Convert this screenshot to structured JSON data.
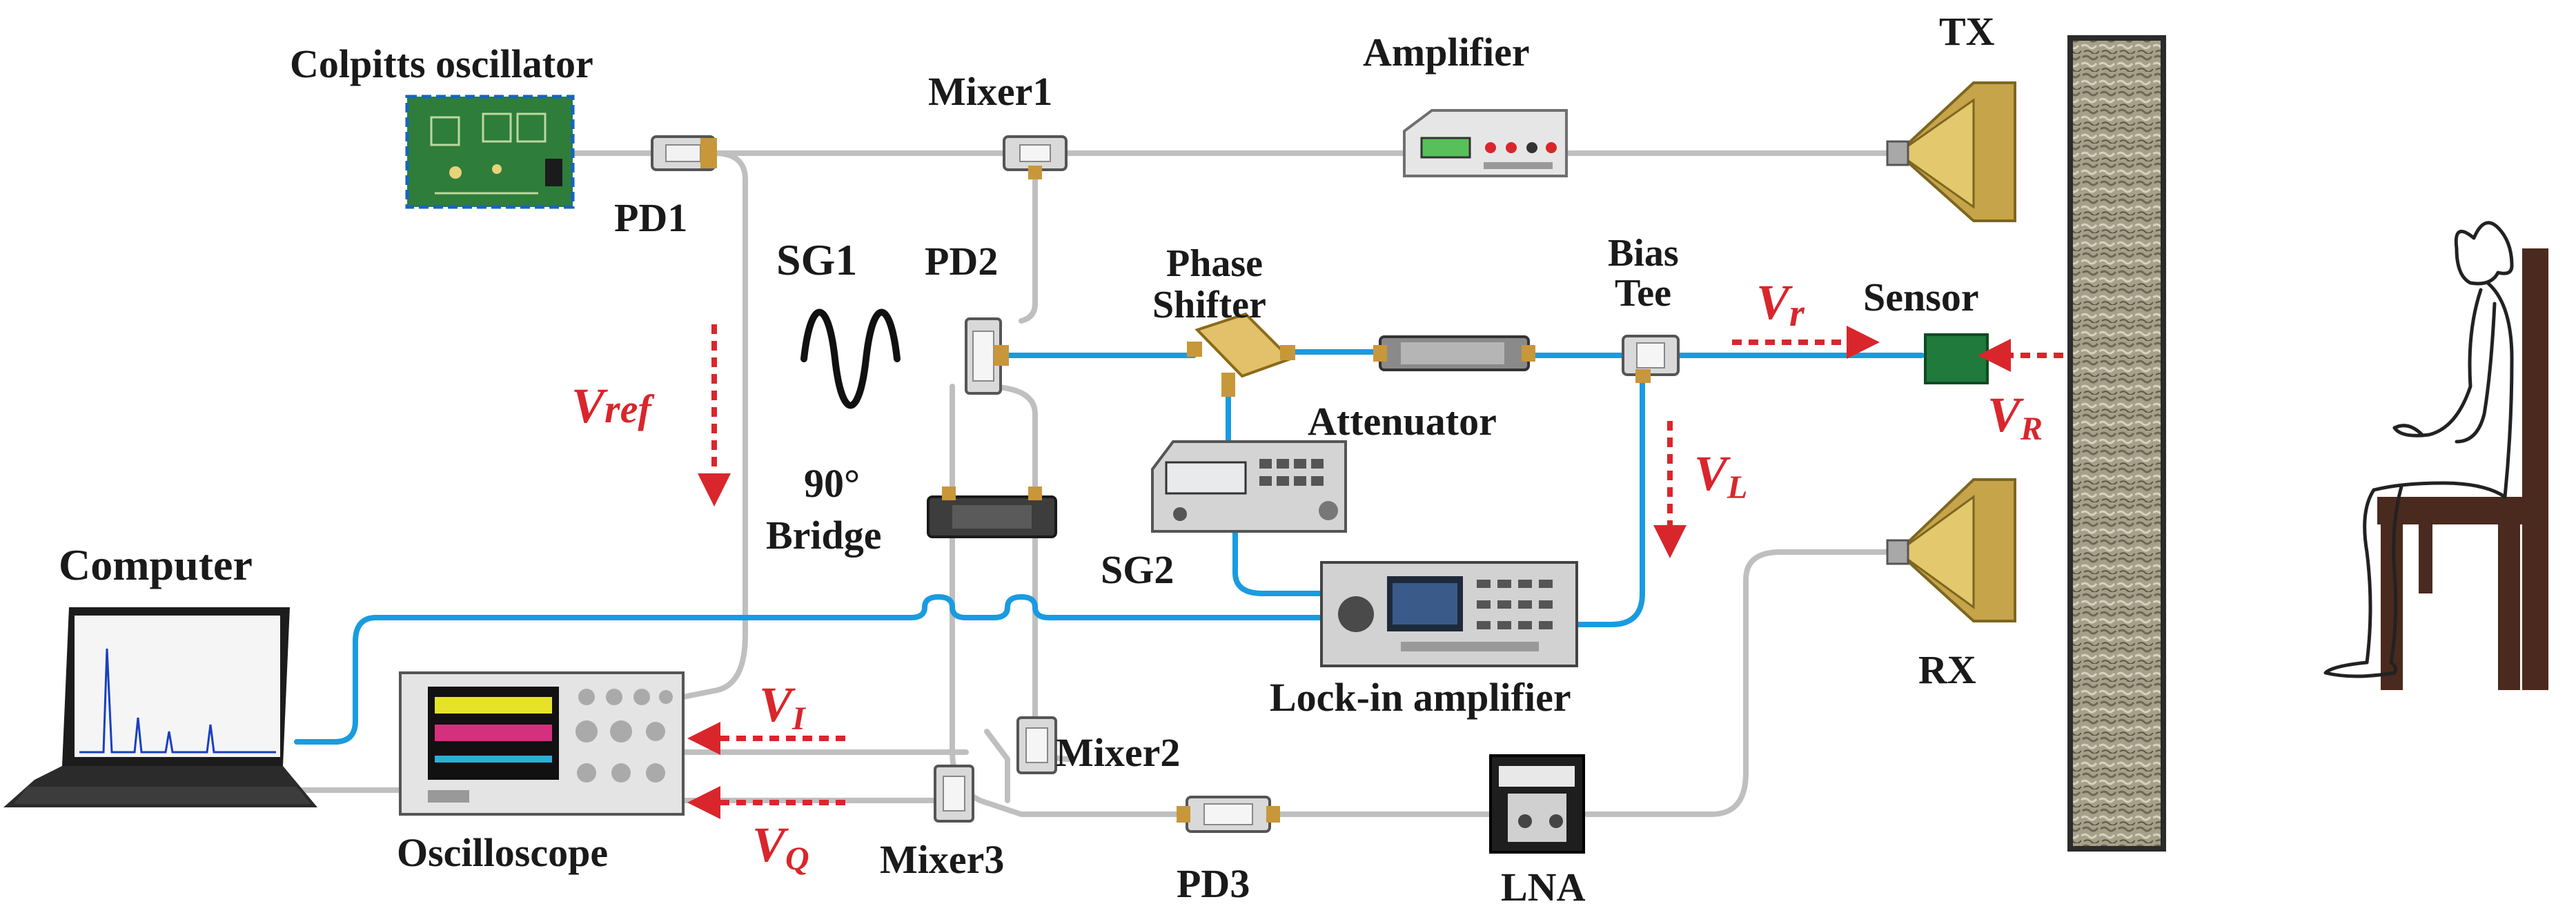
{
  "labels": {
    "colpitts": "Colpitts oscillator",
    "pd1": "PD1",
    "mixer1": "Mixer1",
    "amplifier": "Amplifier",
    "tx": "TX",
    "sg1": "SG1",
    "pd2": "PD2",
    "phase_shifter_1": "Phase",
    "phase_shifter_2": "Shifter",
    "bias_tee_1": "Bias",
    "bias_tee_2": "Tee",
    "sensor": "Sensor",
    "attenuator": "Attenuator",
    "bridge_1": "90°",
    "bridge_2": "Bridge",
    "sg2": "SG2",
    "computer": "Computer",
    "lockin": "Lock-in amplifier",
    "rx": "RX",
    "mixer2": "Mixer2",
    "oscilloscope": "Oscilloscope",
    "mixer3": "Mixer3",
    "pd3": "PD3",
    "lna": "LNA"
  },
  "signals": {
    "v_ref": {
      "main": "V",
      "sub": "ref"
    },
    "v_r_small": {
      "main": "V",
      "sub": "r"
    },
    "v_r_big": {
      "main": "V",
      "sub": "R"
    },
    "v_l": {
      "main": "V",
      "sub": "L"
    },
    "v_i": {
      "main": "V",
      "sub": "I"
    },
    "v_q": {
      "main": "V",
      "sub": "Q"
    }
  },
  "colors": {
    "signal_cable": "#1a9be0",
    "coax_cable": "#bfbfbf",
    "arrow": "#d9262c",
    "sensor": "#1f7a3c",
    "wall": "#9c9680",
    "chair": "#4a2a1e"
  }
}
